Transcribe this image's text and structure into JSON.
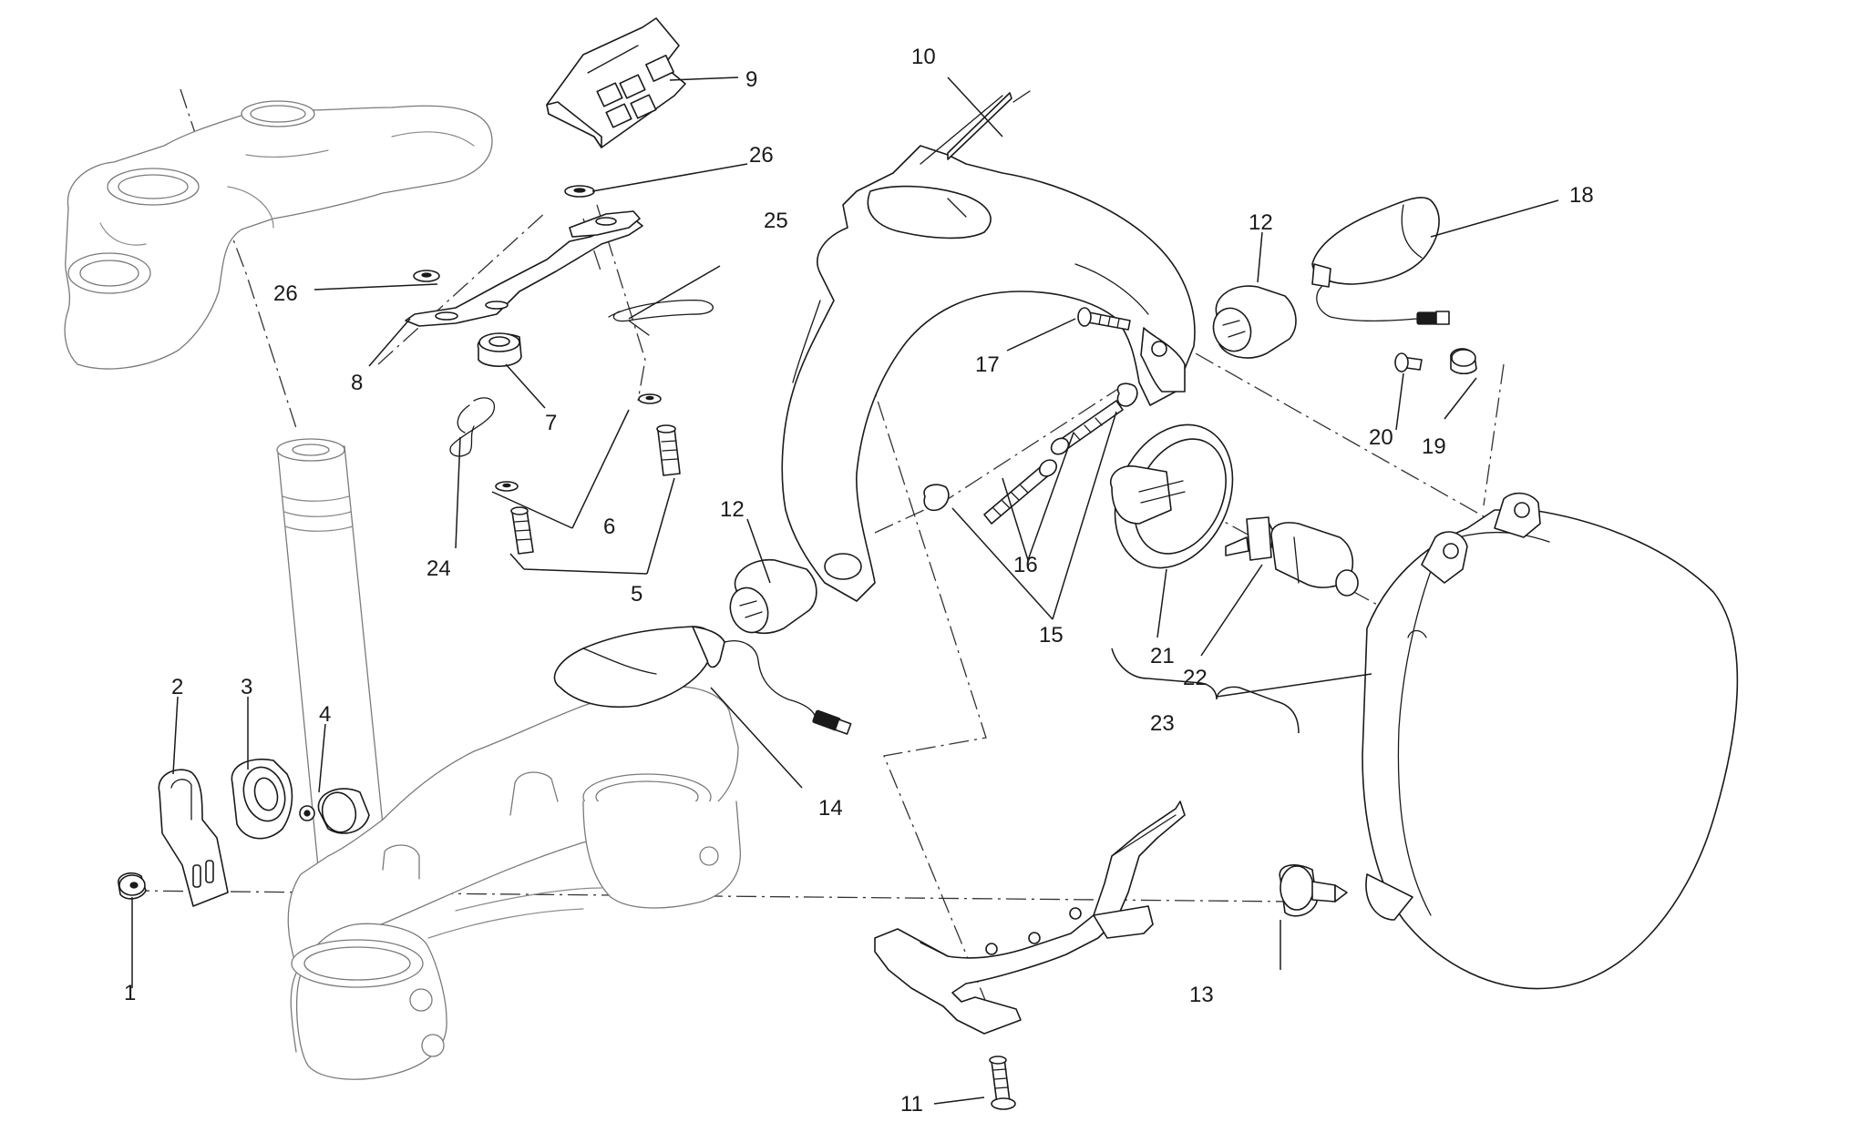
{
  "diagram": {
    "callouts": [
      {
        "id": "c1",
        "text": "1"
      },
      {
        "id": "c2",
        "text": "2"
      },
      {
        "id": "c3",
        "text": "3"
      },
      {
        "id": "c4",
        "text": "4"
      },
      {
        "id": "c5",
        "text": "5"
      },
      {
        "id": "c6",
        "text": "6"
      },
      {
        "id": "c7",
        "text": "7"
      },
      {
        "id": "c8",
        "text": "8"
      },
      {
        "id": "c9",
        "text": "9"
      },
      {
        "id": "c10",
        "text": "10"
      },
      {
        "id": "c11",
        "text": "11"
      },
      {
        "id": "c12a",
        "text": "12"
      },
      {
        "id": "c12b",
        "text": "12"
      },
      {
        "id": "c13",
        "text": "13"
      },
      {
        "id": "c14",
        "text": "14"
      },
      {
        "id": "c15",
        "text": "15"
      },
      {
        "id": "c16",
        "text": "16"
      },
      {
        "id": "c17",
        "text": "17"
      },
      {
        "id": "c18",
        "text": "18"
      },
      {
        "id": "c19",
        "text": "19"
      },
      {
        "id": "c20",
        "text": "20"
      },
      {
        "id": "c21",
        "text": "21"
      },
      {
        "id": "c22",
        "text": "22"
      },
      {
        "id": "c23",
        "text": "23"
      },
      {
        "id": "c24",
        "text": "24"
      },
      {
        "id": "c25",
        "text": "25"
      },
      {
        "id": "c26a",
        "text": "26"
      },
      {
        "id": "c26b",
        "text": "26"
      }
    ]
  }
}
